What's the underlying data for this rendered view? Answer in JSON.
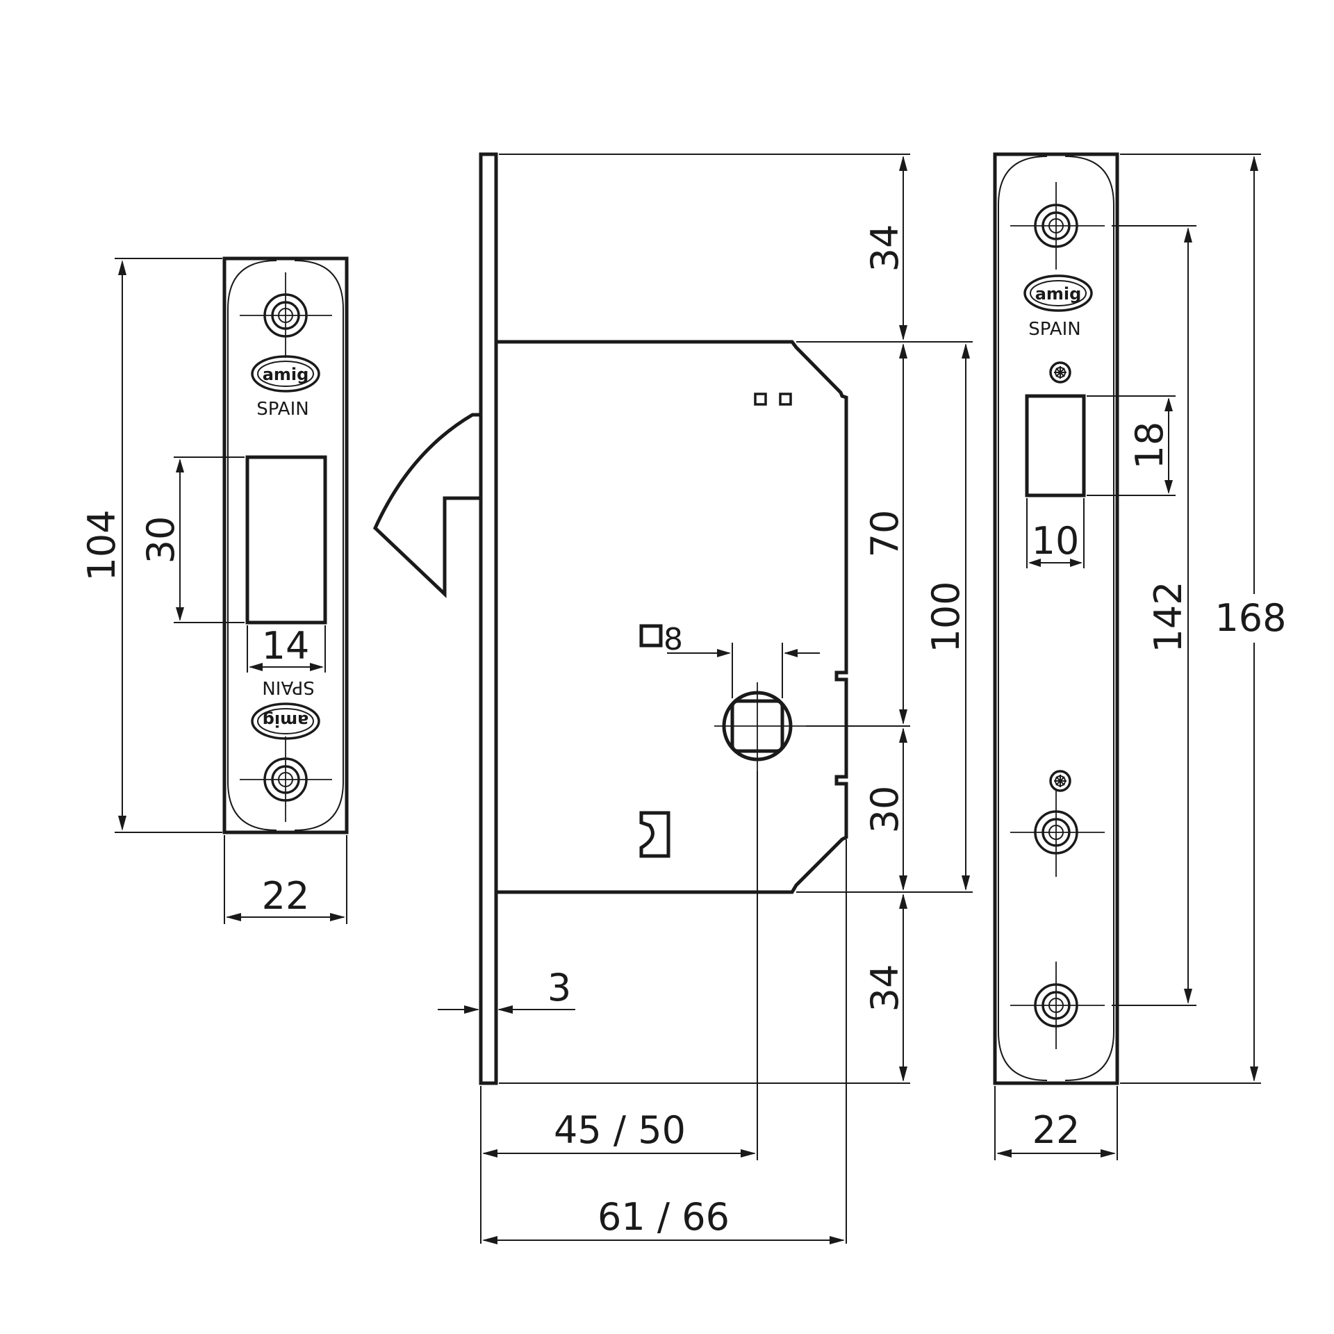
{
  "brand": {
    "logo_text": "amig",
    "origin_text": "SPAIN"
  },
  "left_strike": {
    "height": "104",
    "opening_height": "30",
    "opening_width": "14",
    "width": "22"
  },
  "lock_body": {
    "top_offset": "34",
    "body_height": "70",
    "latch_to_spindle": "100",
    "spindle_to_bottom": "30",
    "bottom_offset": "34",
    "faceplate_thickness": "3",
    "backset": "45 / 50",
    "body_depth": "61 / 66",
    "spindle_square": "8"
  },
  "right_strike": {
    "height": "168",
    "hole_spacing": "142",
    "opening_height": "18",
    "opening_width": "10",
    "width": "22"
  }
}
